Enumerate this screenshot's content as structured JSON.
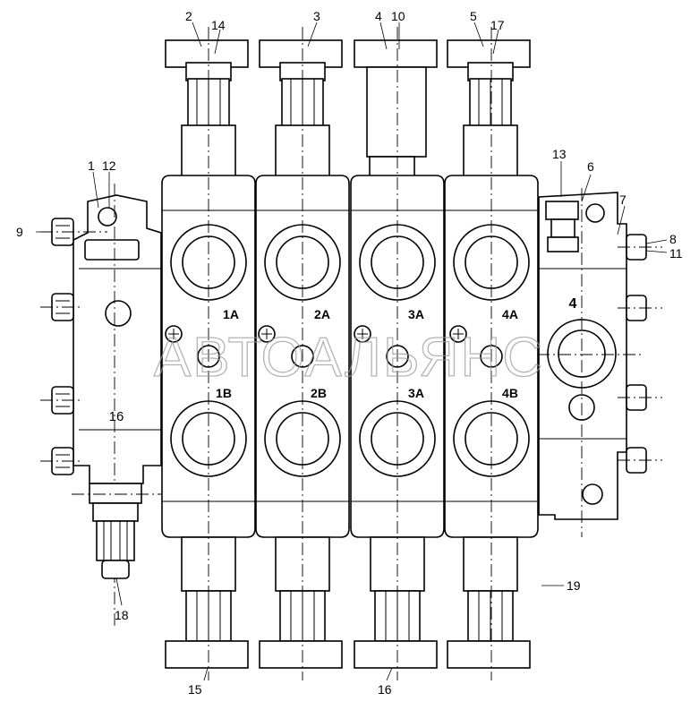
{
  "callouts": {
    "c1": "1",
    "c2": "2",
    "c3": "3",
    "c4": "4",
    "c5": "5",
    "c6": "6",
    "c7": "7",
    "c8": "8",
    "c9": "9",
    "c10": "10",
    "c11": "11",
    "c12": "12",
    "c13": "13",
    "c14": "14",
    "c15": "15",
    "c16_bottom": "16",
    "c16_body": "16",
    "c17": "17",
    "c18": "18",
    "c19": "19"
  },
  "ports": {
    "s1_top": "1A",
    "s1_bottom": "1B",
    "s2_top": "2A",
    "s2_bottom": "2B",
    "s3_top": "3A",
    "s3_bottom": "3A",
    "s4_top": "4A",
    "s4_bottom": "4B",
    "end_cover": "4"
  },
  "watermark": "АВТОАЛЬЯНС"
}
